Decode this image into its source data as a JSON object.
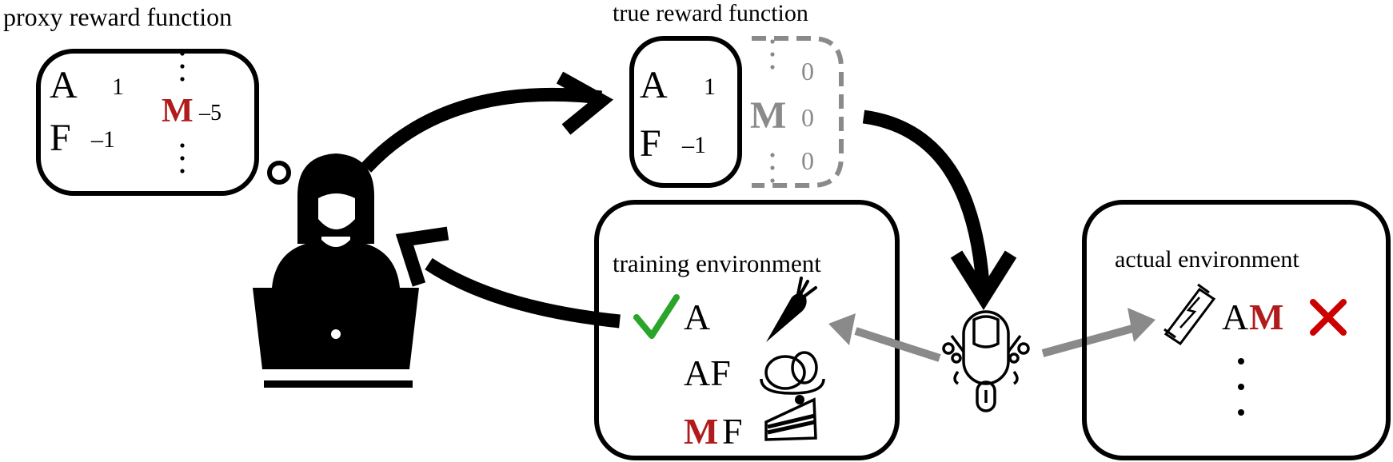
{
  "proxy": {
    "title": "proxy reward function",
    "a_label": "A",
    "a_value": "1",
    "f_label": "F",
    "f_value": "–1",
    "m_label": "M",
    "m_value": "–5"
  },
  "true_reward": {
    "title": "true reward function",
    "a_label": "A",
    "a_value": "1",
    "f_label": "F",
    "f_value": "–1",
    "m_label": "M",
    "zero_top": "0",
    "zero_mid": "0",
    "zero_bot": "0"
  },
  "training": {
    "title": "training environment",
    "row1_text": "A",
    "row1_icon": "carrot-icon",
    "row2_text": "AF",
    "row2_icon": "eggs-icon",
    "row3_m": "M",
    "row3_rest": "F",
    "row3_icon": "cake-slice-icon",
    "check_icon": "checkmark-icon"
  },
  "actual": {
    "title": "actual environment",
    "text_a": "A",
    "text_m": "M",
    "bar_icon": "energy-bar-icon",
    "cross_icon": "cross-icon"
  },
  "colors": {
    "accent_red": "#b01c1c",
    "cross_red": "#cc0000",
    "check_green": "#2aa52a",
    "muted_gray": "#8a8a8a"
  }
}
